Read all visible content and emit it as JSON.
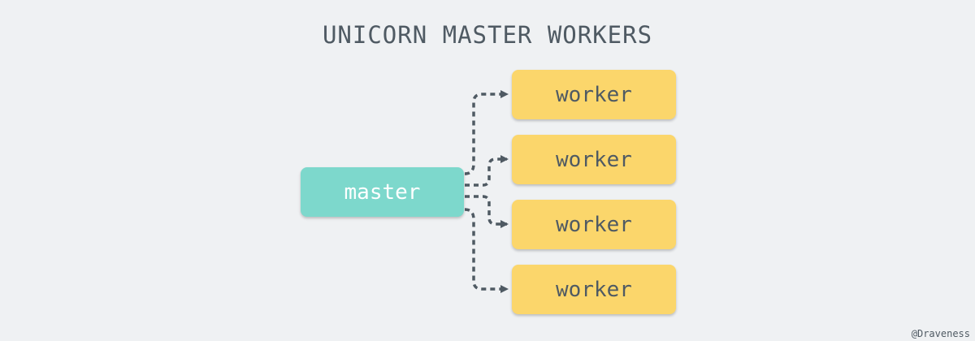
{
  "diagram": {
    "title": "UNICORN MASTER WORKERS",
    "master": {
      "label": "master"
    },
    "workers": [
      {
        "label": "worker"
      },
      {
        "label": "worker"
      },
      {
        "label": "worker"
      },
      {
        "label": "worker"
      }
    ],
    "credit": "@Draveness"
  },
  "colors": {
    "background": "#eff1f3",
    "master_fill": "#7dd8cc",
    "worker_fill": "#fbd66b",
    "text_dark": "#4f5a63",
    "connector": "#4f5a63"
  }
}
